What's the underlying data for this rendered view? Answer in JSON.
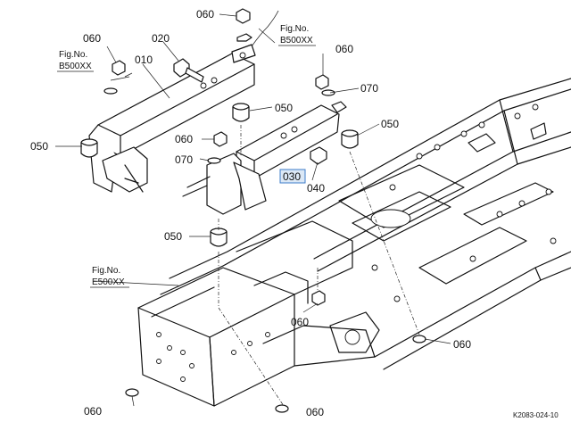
{
  "diagram": {
    "labels": {
      "p060_top": "060",
      "p020": "020",
      "p060_left": "060",
      "p010": "010",
      "p060_right": "060",
      "p070_right": "070",
      "p050_mid": "050",
      "p050_right": "050",
      "p050_left": "050",
      "p060_center": "060",
      "p070_center": "070",
      "p030": "030",
      "p040": "040",
      "p050_lower": "050",
      "p060_frame": "060",
      "p060_br": "060",
      "p060_bl": "060",
      "p060_bottom": "060"
    },
    "fig_refs": {
      "top_right": {
        "line1": "Fig.No.",
        "line2": "B500XX"
      },
      "top_left": {
        "line1": "Fig.No.",
        "line2": "B500XX"
      },
      "lower_left": {
        "line1": "Fig.No.",
        "line2": "E500XX"
      }
    },
    "drawing_code": "K2083-024-10",
    "highlight_color": "#3d7cc9"
  }
}
